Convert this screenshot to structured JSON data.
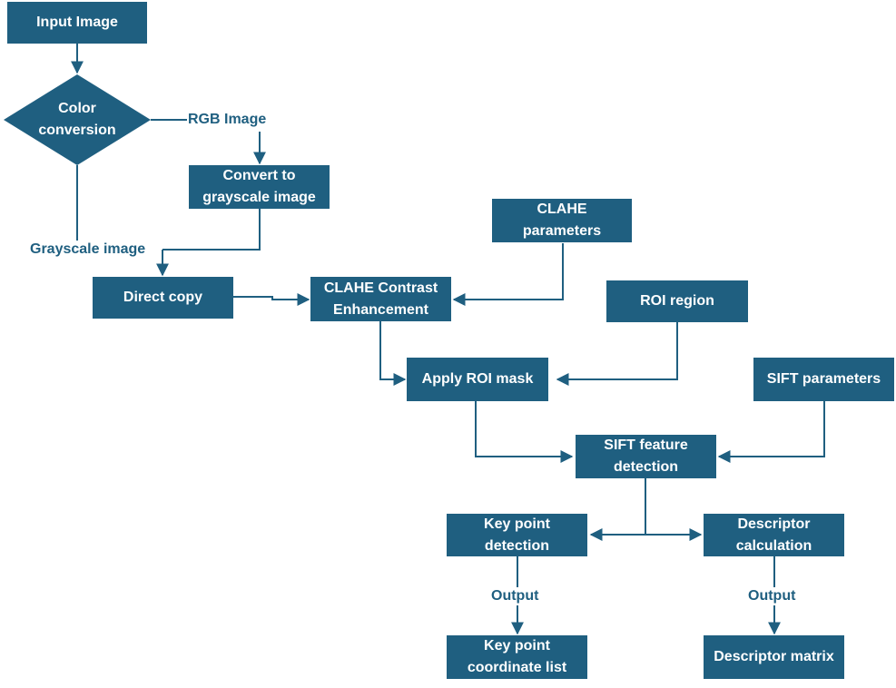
{
  "nodes": {
    "input_image": "Input Image",
    "color_conversion": "Color\nconversion",
    "convert_grayscale": "Convert to\ngrayscale image",
    "clahe_parameters": "CLAHE\nparameters",
    "direct_copy": "Direct copy",
    "clahe_enhancement": "CLAHE Contrast\nEnhancement",
    "roi_region": "ROI region",
    "apply_roi_mask": "Apply ROI mask",
    "sift_parameters": "SIFT parameters",
    "sift_detection": "SIFT feature\ndetection",
    "keypoint_detection": "Key point\ndetection",
    "descriptor_calculation": "Descriptor\ncalculation",
    "keypoint_list": "Key point\ncoordinate list",
    "descriptor_matrix": "Descriptor matrix"
  },
  "edge_labels": {
    "rgb_image": "RGB Image",
    "grayscale_image": "Grayscale image",
    "output_left": "Output",
    "output_right": "Output"
  },
  "colors": {
    "node_fill": "#1f5f80",
    "node_text": "#ffffff",
    "edge": "#1f5f80",
    "label_text": "#1f5f80"
  }
}
